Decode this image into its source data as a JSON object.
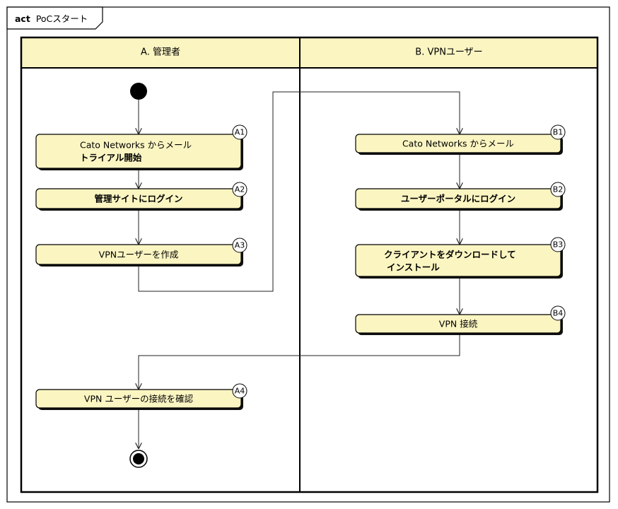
{
  "frame": {
    "keyword": "act",
    "name": "PoCスタート"
  },
  "lanes": [
    {
      "title": "A. 管理者"
    },
    {
      "title": "B. VPNユーザー"
    }
  ],
  "actions": {
    "a1": {
      "badge": "A1",
      "line1": "Cato Networks からメール",
      "line2": "トライアル開始"
    },
    "a2": {
      "badge": "A2",
      "label": "管理サイトにログイン"
    },
    "a3": {
      "badge": "A3",
      "label": "VPNユーザーを作成"
    },
    "a4": {
      "badge": "A4",
      "label": "VPN ユーザーの接続を確認"
    },
    "b1": {
      "badge": "B1",
      "label": "Cato Networks からメール"
    },
    "b2": {
      "badge": "B2",
      "label": "ユーザーポータルにログイン"
    },
    "b3": {
      "badge": "B3",
      "line1": "クライアントをダウンロードして",
      "line2": "インストール"
    },
    "b4": {
      "badge": "B4",
      "label": "VPN 接続"
    }
  }
}
